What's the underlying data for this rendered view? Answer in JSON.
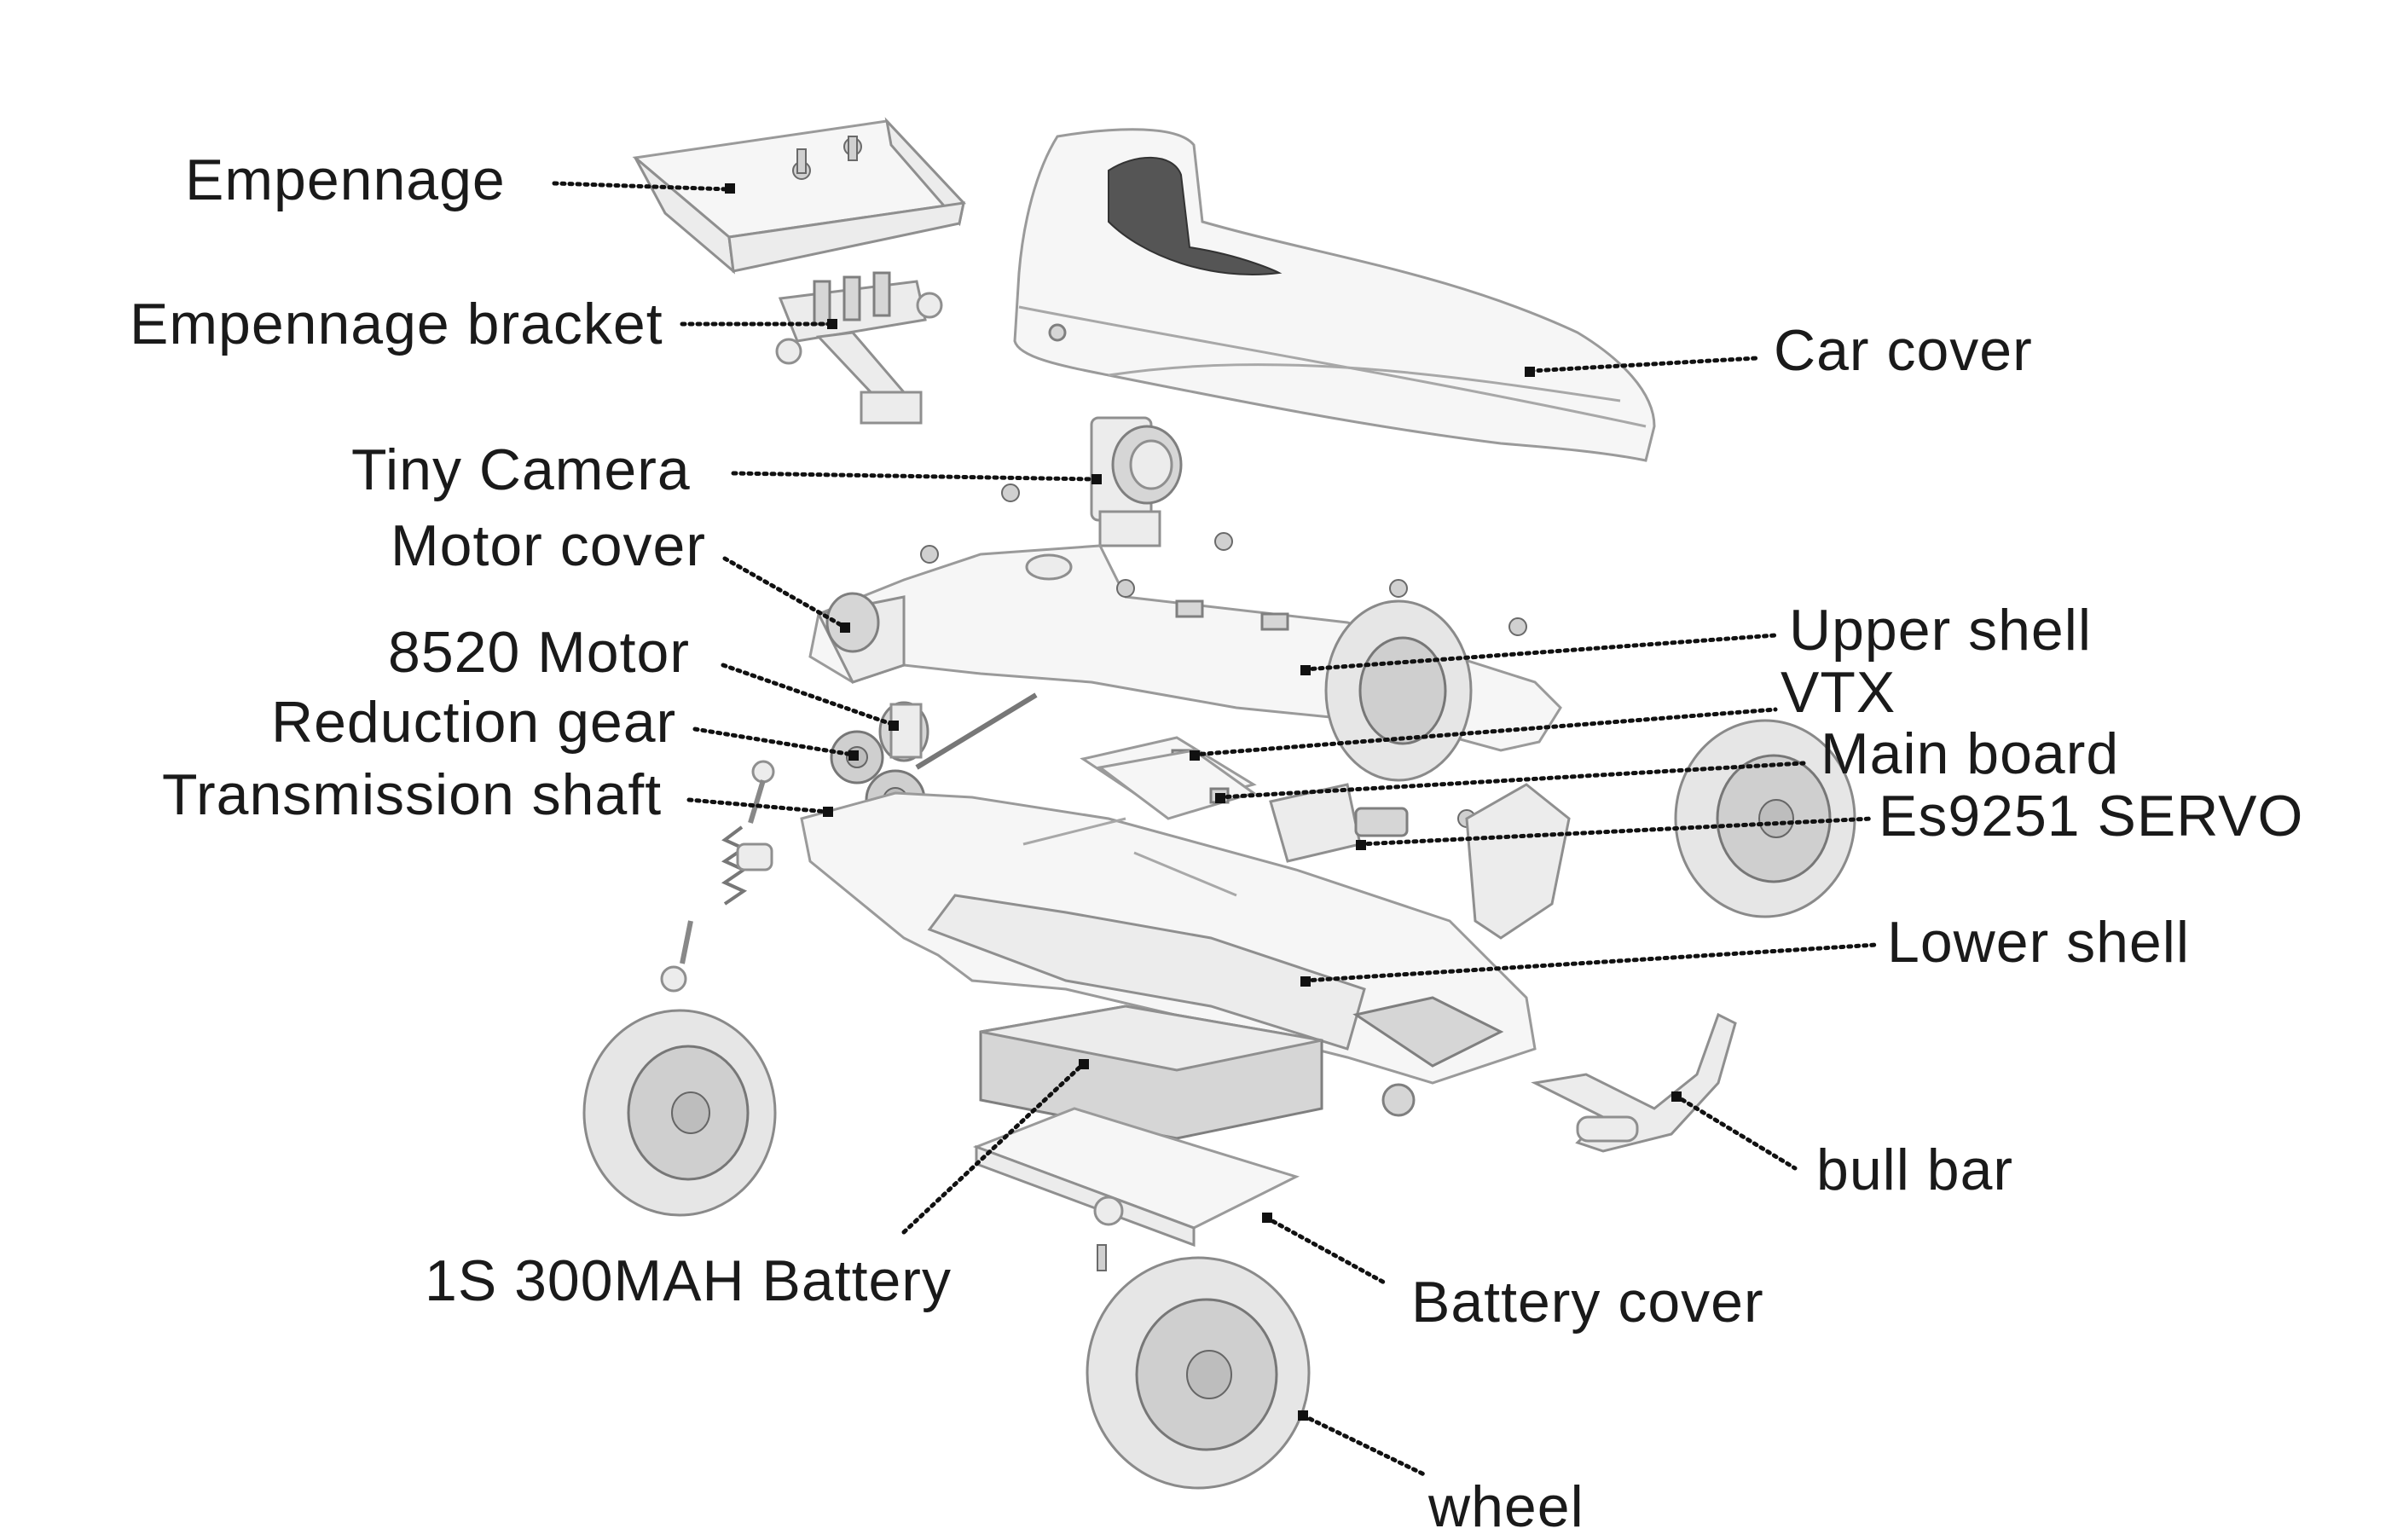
{
  "labels": {
    "empennage": "Empennage",
    "empennage_bracket": "Empennage bracket",
    "car_cover": "Car cover",
    "tiny_camera": "Tiny Camera",
    "motor_cover": "Motor cover",
    "motor_8520": "8520 Motor",
    "reduction_gear": "Reduction gear",
    "transmission_shaft": "Transmission shaft",
    "upper_shell": "Upper shell",
    "vtx": "VTX",
    "main_board": "Main board",
    "servo": "Es9251 SERVO",
    "lower_shell": "Lower shell",
    "bull_bar": "bull bar",
    "battery": "1S 300MAH Battery",
    "battery_cover": "Battery cover",
    "wheel": "wheel"
  }
}
